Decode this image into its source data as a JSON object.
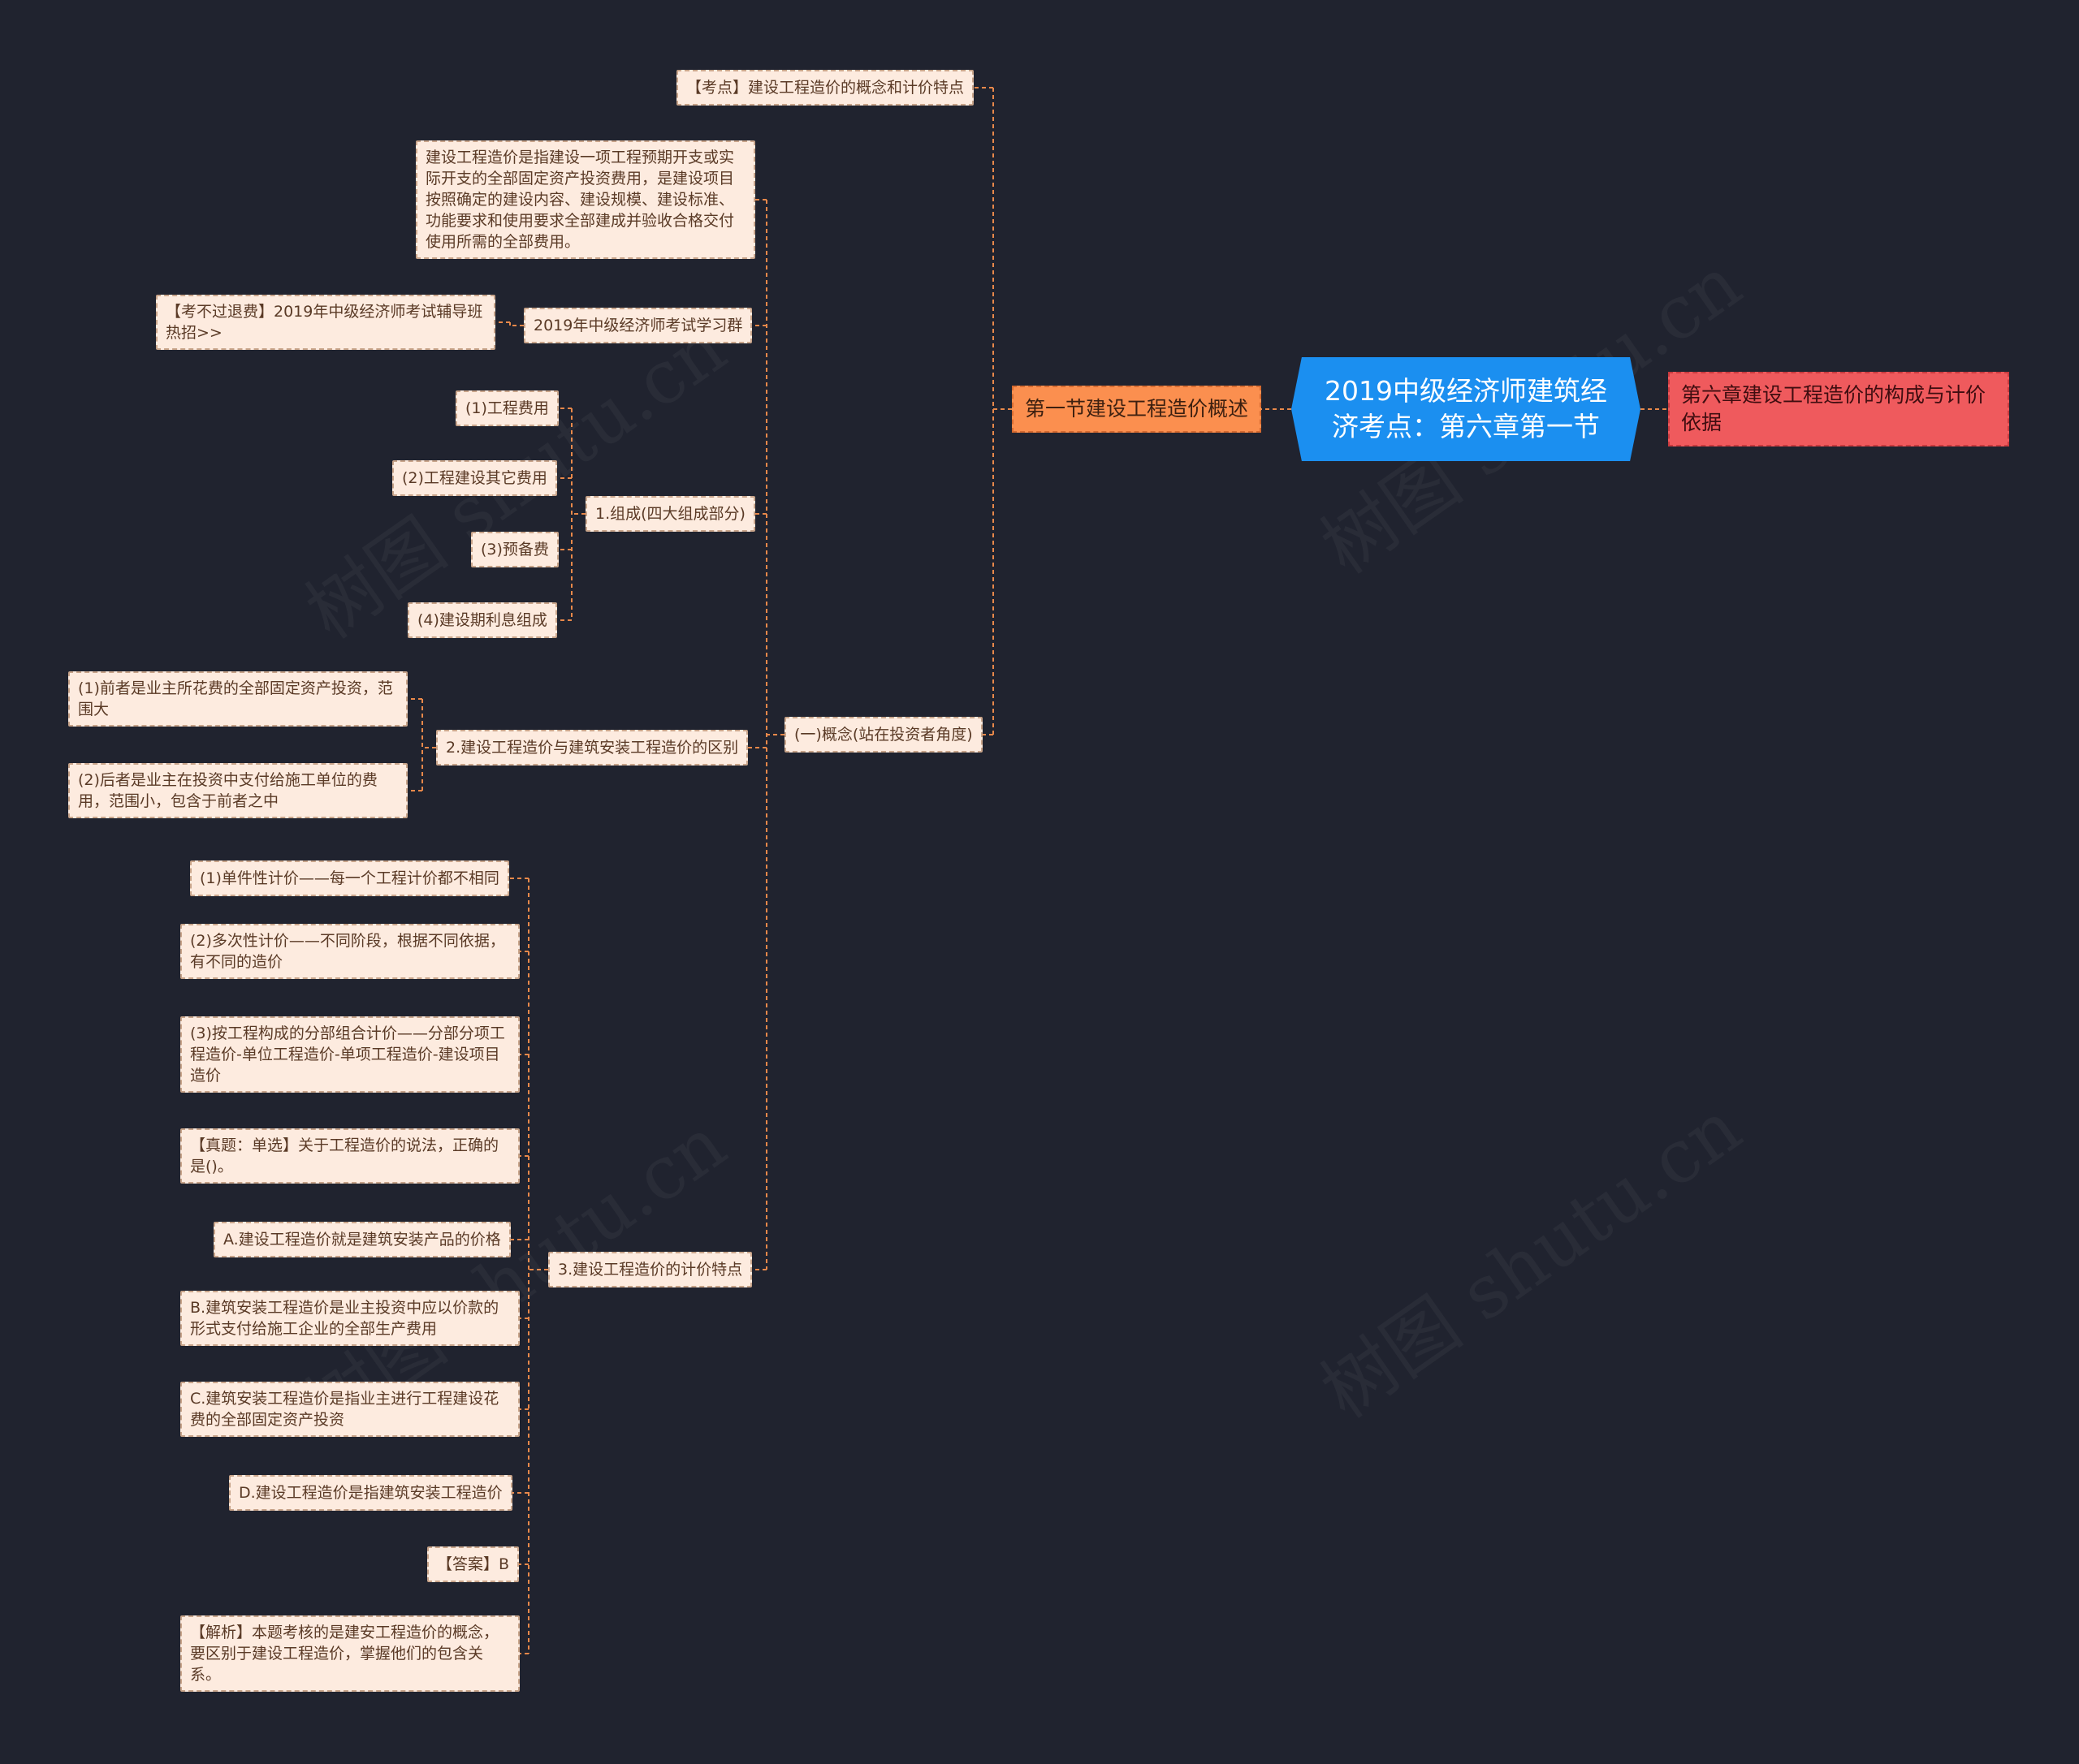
{
  "watermark": "树图 shutu.cn",
  "root": {
    "label": "2019中级经济师建筑经济考点：第六章第一节"
  },
  "right": {
    "label": "第六章建设工程造价的构成与计价依据"
  },
  "section": {
    "label": "第一节建设工程造价概述"
  },
  "kaodian": {
    "label": "【考点】建设工程造价的概念和计价特点"
  },
  "concept": {
    "label": "(一)概念(站在投资者角度)"
  },
  "definition": {
    "label": "建设工程造价是指建设一项工程预期开支或实际开支的全部固定资产投资费用，是建设项目按照确定的建设内容、建设规模、建设标准、功能要求和使用要求全部建成并验收合格交付使用所需的全部费用。"
  },
  "study_group": {
    "label": "2019年中级经济师考试学习群"
  },
  "promo": {
    "label": "【考不过退费】2019年中级经济师考试辅导班热招>>"
  },
  "composition": {
    "label": "1.组成(四大组成部分)",
    "items": [
      "(1)工程费用",
      "(2)工程建设其它费用",
      "(3)预备费",
      "(4)建设期利息组成"
    ]
  },
  "difference": {
    "label": "2.建设工程造价与建筑安装工程造价的区别",
    "items": [
      "(1)前者是业主所花费的全部固定资产投资，范围大",
      "(2)后者是业主在投资中支付给施工单位的费用，范围小，包含于前者之中"
    ]
  },
  "features": {
    "label": "3.建设工程造价的计价特点",
    "items": [
      "(1)单件性计价——每一个工程计价都不相同",
      "(2)多次性计价——不同阶段，根据不同依据，有不同的造价",
      "(3)按工程构成的分部组合计价——分部分项工程造价-单位工程造价-单项工程造价-建设项目造价",
      "【真题：单选】关于工程造价的说法，正确的是()。",
      "A.建设工程造价就是建筑安装产品的价格",
      "B.建筑安装工程造价是业主投资中应以价款的形式支付给施工企业的全部生产费用",
      "C.建筑安装工程造价是指业主进行工程建设花费的全部固定资产投资",
      "D.建设工程造价是指建筑安装工程造价",
      "【答案】B",
      "【解析】本题考核的是建安工程造价的概念，要区别于建设工程造价，掌握他们的包含关系。"
    ]
  },
  "colors": {
    "background": "#20232f",
    "root": "#1b8ff0",
    "section": "#fb8f4f",
    "chapter": "#ef5a5d",
    "leaf": "#fdebdf",
    "line": "#e8884a"
  }
}
